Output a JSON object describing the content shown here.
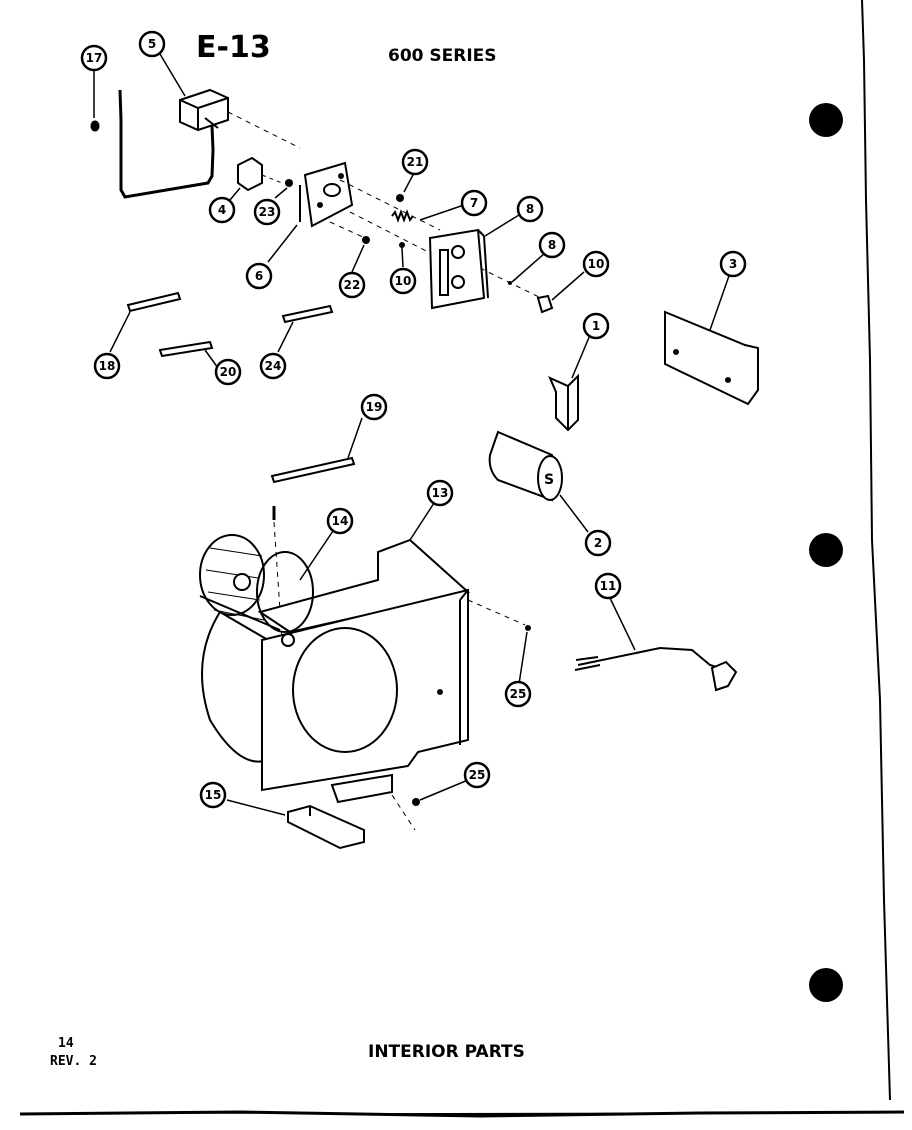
{
  "header": {
    "code": "E-13",
    "series": "600 SERIES"
  },
  "footer": {
    "page_number": "14",
    "revision": "REV. 2",
    "caption": "INTERIOR PARTS"
  },
  "callouts": {
    "c17": "17",
    "c5": "5",
    "c4": "4",
    "c23": "23",
    "c6": "6",
    "c21": "21",
    "c7": "7",
    "c8a": "8",
    "c8b": "8",
    "c10a": "10",
    "c10b": "10",
    "c22": "22",
    "c18": "18",
    "c20": "20",
    "c24": "24",
    "c3": "3",
    "c1": "1",
    "c19": "19",
    "c2": "2",
    "c13": "13",
    "c14": "14",
    "c11": "11",
    "c25a": "25",
    "c25b": "25",
    "c15": "15"
  },
  "colors": {
    "ink": "#000000",
    "paper": "#ffffff"
  }
}
